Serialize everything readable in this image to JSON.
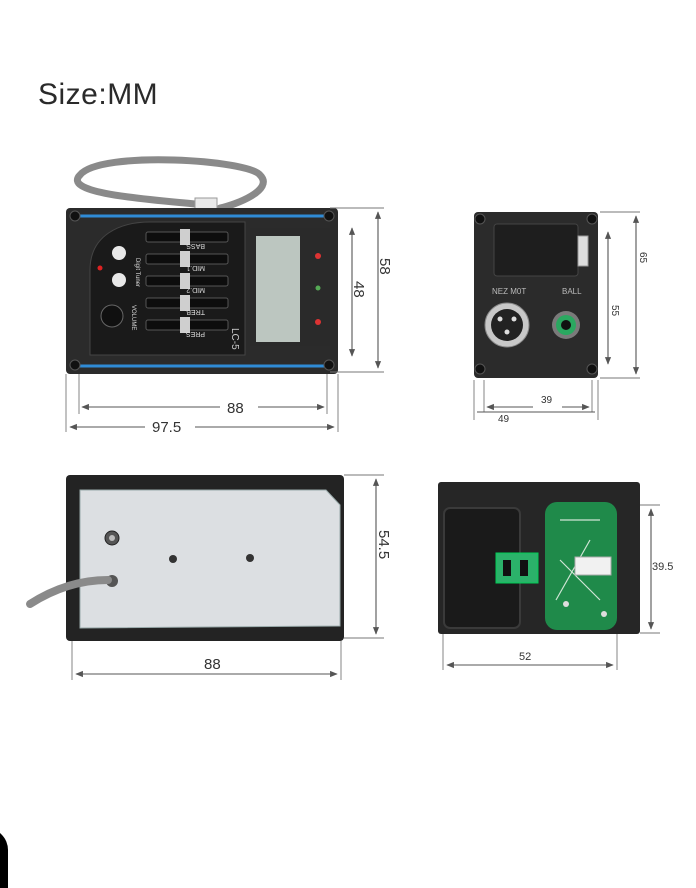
{
  "title": "Size:MM",
  "preamp_front": {
    "model_label": "LC-5",
    "slider_labels": [
      "BASS",
      "MID.1",
      "MID.2",
      "TREB.",
      "PRES.",
      "VOLUME"
    ],
    "tuner_label": "Digit Tuner",
    "dims": {
      "height_outer": "58",
      "height_inner": "48",
      "width_inner": "88",
      "width_outer": "97.5"
    }
  },
  "jack_front": {
    "labels": [
      "NEZ M0T",
      "BALL"
    ],
    "dims": {
      "height_outer": "65",
      "height_inner": "55",
      "width_inner": "39",
      "width_outer": "49"
    }
  },
  "preamp_back": {
    "dims": {
      "height": "54.5",
      "width": "88"
    }
  },
  "jack_back": {
    "dims": {
      "height": "39.5",
      "width": "52"
    }
  },
  "colors": {
    "panel": "#2b2b2b",
    "accent_blue": "#2f8bd6",
    "plate": "#dcdfe2",
    "pcb": "#1f8a4a",
    "lcd": "#bcc6c0"
  }
}
